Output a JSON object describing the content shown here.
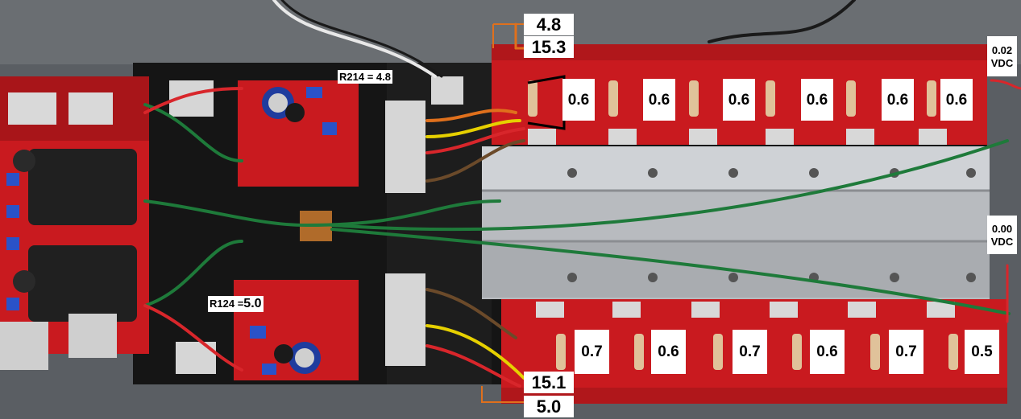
{
  "colors": {
    "pcb_red": "#c91a1f",
    "pcb_dark_red": "#9b1217",
    "wood_black": "#151515",
    "heatsink": "#b8bbbf",
    "wall": "#5a5e63",
    "wire_green": "#1e7a3a",
    "wire_red": "#d8262b",
    "wire_yellow": "#e6d000",
    "wire_orange": "#e0701c",
    "wire_brown": "#6b4a2a",
    "label_bg": "#ffffff"
  },
  "annotations": {
    "top_voltage_a": "4.8",
    "top_voltage_b": "15.3",
    "bottom_voltage_a": "15.1",
    "bottom_voltage_b": "5.0",
    "r214": "R214 = 4.8",
    "r124_prefix": "R124 =",
    "r124_value": "5.0",
    "dc_offset_top_value": "0.02",
    "dc_offset_top_unit": "VDC",
    "dc_offset_bottom_value": "0.00",
    "dc_offset_bottom_unit": "VDC",
    "top_resistor_voltages": [
      "0.6",
      "0.6",
      "0.6",
      "0.6",
      "0.6",
      "0.6"
    ],
    "bottom_resistor_voltages": [
      "0.7",
      "0.6",
      "0.7",
      "0.6",
      "0.7",
      "0.5"
    ]
  }
}
